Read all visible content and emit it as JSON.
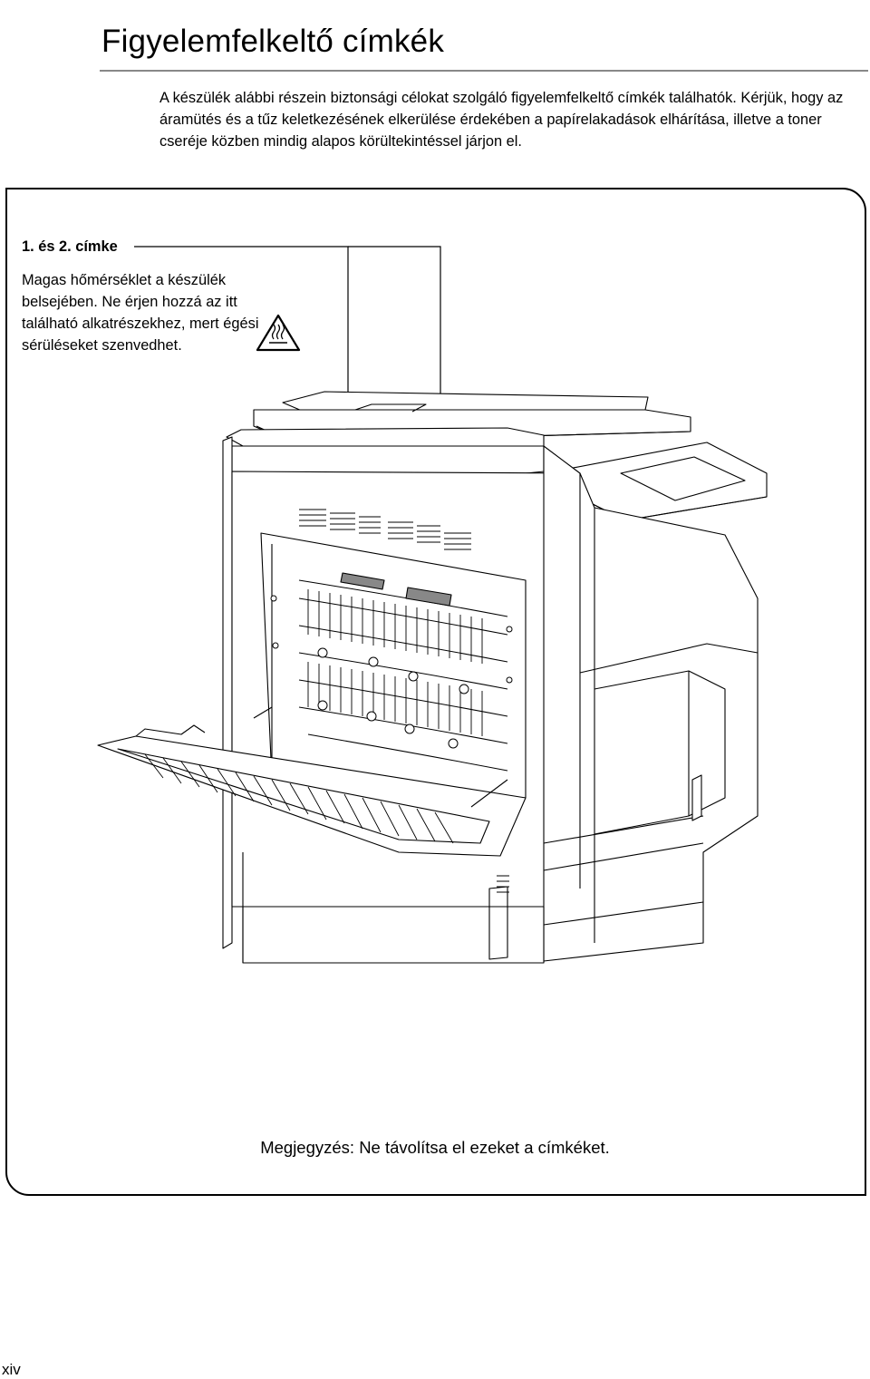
{
  "page": {
    "title": "Figyelemfelkeltő címkék",
    "intro": "A készülék alábbi részein biztonsági célokat szolgáló figyelemfelkeltő címkék találhatók. Kérjük, hogy az áramütés és a tűz keletkezésének elkerülése érdekében a papírelakadások elhárítása, illetve a toner cseréje közben mindig alapos körültekintéssel járjon el.",
    "page_number": "xiv"
  },
  "label": {
    "title": "1. és 2. címke",
    "description": "Magas hőmérséklet a készülék belsejében. Ne érjen hozzá az itt található alkatrészekhez, mert égési sérüléseket szenvedhet.",
    "icon": "hot-surface-warning-icon"
  },
  "note": {
    "text": "Megjegyzés: Ne távolítsa el ezeket a címkéket."
  },
  "illustration": {
    "icon": "printer-open-side-panel-illustration"
  }
}
